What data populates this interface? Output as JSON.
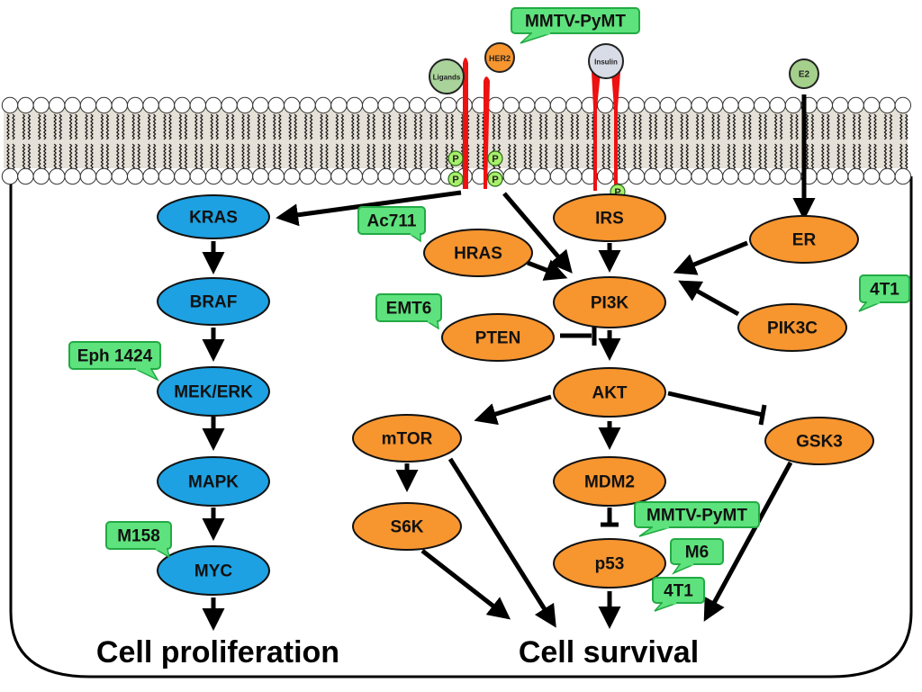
{
  "title": "Signaling pathways in breast cancer mouse models",
  "colors": {
    "ras_pathway_node": "#1da1e2",
    "pi3k_pathway_node": "#f7952f",
    "callout_fill": "#5ee27d",
    "callout_border": "#22aa44",
    "phospho_fill": "#a8f06a",
    "receptor": "#ee1111",
    "membrane_band": "#e6e1d8",
    "ligand_green": "#a9d39a",
    "insulin_grey": "#d8dce6",
    "e2_green": "#a4d08c"
  },
  "membrane": {
    "ligands": [
      {
        "id": "ligands",
        "label": "Ligands"
      },
      {
        "id": "her2",
        "label": "HER2"
      },
      {
        "id": "insulin",
        "label": "Insulin"
      },
      {
        "id": "e2",
        "label": "E2"
      }
    ],
    "phospho_label": "P"
  },
  "nodes": [
    {
      "id": "kras",
      "label": "KRAS",
      "pathway": "ras"
    },
    {
      "id": "braf",
      "label": "BRAF",
      "pathway": "ras"
    },
    {
      "id": "mek_erk",
      "label": "MEK/ERK",
      "pathway": "ras"
    },
    {
      "id": "mapk",
      "label": "MAPK",
      "pathway": "ras"
    },
    {
      "id": "myc",
      "label": "MYC",
      "pathway": "ras"
    },
    {
      "id": "irs",
      "label": "IRS",
      "pathway": "pi3k"
    },
    {
      "id": "hras",
      "label": "HRAS",
      "pathway": "pi3k"
    },
    {
      "id": "pi3k",
      "label": "PI3K",
      "pathway": "pi3k"
    },
    {
      "id": "er",
      "label": "ER",
      "pathway": "pi3k"
    },
    {
      "id": "pik3c",
      "label": "PIK3C",
      "pathway": "pi3k"
    },
    {
      "id": "pten",
      "label": "PTEN",
      "pathway": "pi3k"
    },
    {
      "id": "akt",
      "label": "AKT",
      "pathway": "pi3k"
    },
    {
      "id": "mtor",
      "label": "mTOR",
      "pathway": "pi3k"
    },
    {
      "id": "gsk3",
      "label": "GSK3",
      "pathway": "pi3k"
    },
    {
      "id": "mdm2",
      "label": "MDM2",
      "pathway": "pi3k"
    },
    {
      "id": "s6k",
      "label": "S6K",
      "pathway": "pi3k"
    },
    {
      "id": "p53",
      "label": "p53",
      "pathway": "pi3k"
    }
  ],
  "edges": [
    {
      "from": "her2_receptor",
      "to": "kras",
      "type": "activation"
    },
    {
      "from": "her2_receptor",
      "to": "pi3k",
      "type": "activation"
    },
    {
      "from": "kras",
      "to": "braf",
      "type": "activation"
    },
    {
      "from": "braf",
      "to": "mek_erk",
      "type": "activation"
    },
    {
      "from": "mek_erk",
      "to": "mapk",
      "type": "activation"
    },
    {
      "from": "mapk",
      "to": "myc",
      "type": "activation"
    },
    {
      "from": "myc",
      "to": "cell_proliferation",
      "type": "activation"
    },
    {
      "from": "insulin_receptor",
      "to": "irs",
      "type": "phosphorylation"
    },
    {
      "from": "e2",
      "to": "er",
      "type": "activation"
    },
    {
      "from": "irs",
      "to": "pi3k",
      "type": "activation"
    },
    {
      "from": "hras",
      "to": "pi3k",
      "type": "activation"
    },
    {
      "from": "er",
      "to": "pi3k",
      "type": "activation"
    },
    {
      "from": "pik3c",
      "to": "pi3k",
      "type": "activation"
    },
    {
      "from": "pten",
      "to": "pi3k_akt",
      "type": "inhibition"
    },
    {
      "from": "pi3k",
      "to": "akt",
      "type": "activation"
    },
    {
      "from": "akt",
      "to": "mtor",
      "type": "activation"
    },
    {
      "from": "akt",
      "to": "mdm2",
      "type": "activation"
    },
    {
      "from": "akt",
      "to": "gsk3",
      "type": "inhibition"
    },
    {
      "from": "mtor",
      "to": "s6k",
      "type": "activation"
    },
    {
      "from": "mtor",
      "to": "cell_survival",
      "type": "activation"
    },
    {
      "from": "s6k",
      "to": "cell_survival",
      "type": "activation"
    },
    {
      "from": "mdm2",
      "to": "p53",
      "type": "inhibition"
    },
    {
      "from": "p53",
      "to": "cell_survival",
      "type": "activation"
    },
    {
      "from": "gsk3",
      "to": "cell_survival",
      "type": "activation"
    }
  ],
  "callouts": [
    {
      "id": "mmtv_top",
      "label": "MMTV-PyMT",
      "target": "her2"
    },
    {
      "id": "ac711",
      "label": "Ac711",
      "target": "hras"
    },
    {
      "id": "emt6",
      "label": "EMT6",
      "target": "pten"
    },
    {
      "id": "t41_pik3c",
      "label": "4T1",
      "target": "pik3c"
    },
    {
      "id": "eph1424",
      "label": "Eph 1424",
      "target": "mek_erk"
    },
    {
      "id": "m158",
      "label": "M158",
      "target": "myc"
    },
    {
      "id": "mmtv_p53",
      "label": "MMTV-PyMT",
      "target": "p53"
    },
    {
      "id": "m6",
      "label": "M6",
      "target": "p53"
    },
    {
      "id": "t41_p53",
      "label": "4T1",
      "target": "p53"
    }
  ],
  "outcomes": {
    "proliferation": "Cell proliferation",
    "survival": "Cell survival"
  }
}
